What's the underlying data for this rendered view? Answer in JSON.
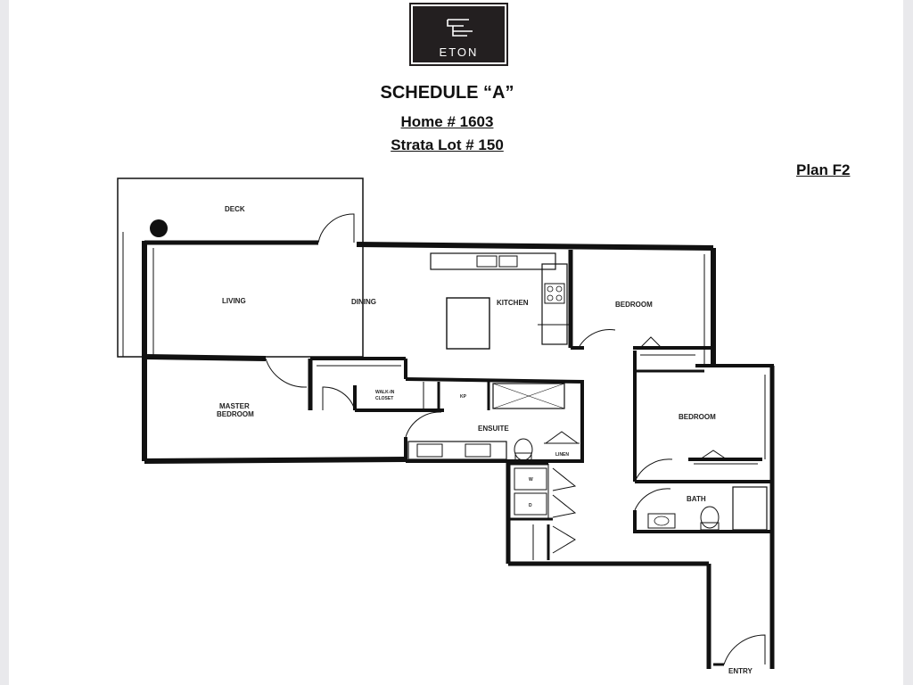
{
  "logo": {
    "text": "ETON"
  },
  "header": {
    "schedule": "SCHEDULE “A”",
    "home": "Home # 1603",
    "strata_lot": "Strata Lot # 150",
    "plan": "Plan F2"
  },
  "rooms": {
    "deck": "DECK",
    "living": "LIVING",
    "dining": "DINING",
    "kitchen": "KITCHEN",
    "bedroom_1": "BEDROOM",
    "bedroom_2": "BEDROOM",
    "master_line1": "MASTER",
    "master_line2": "BEDROOM",
    "walkin_line1": "WALK-IN",
    "walkin_line2": "CLOSET",
    "kp": "KP",
    "ensuite": "ENSUITE",
    "linen": "LINEN",
    "washer": "W",
    "dryer": "D",
    "bath": "BATH",
    "entry": "ENTRY"
  },
  "colors": {
    "wall": "#111111",
    "paper": "#ffffff",
    "logo_bg": "#231f20"
  }
}
